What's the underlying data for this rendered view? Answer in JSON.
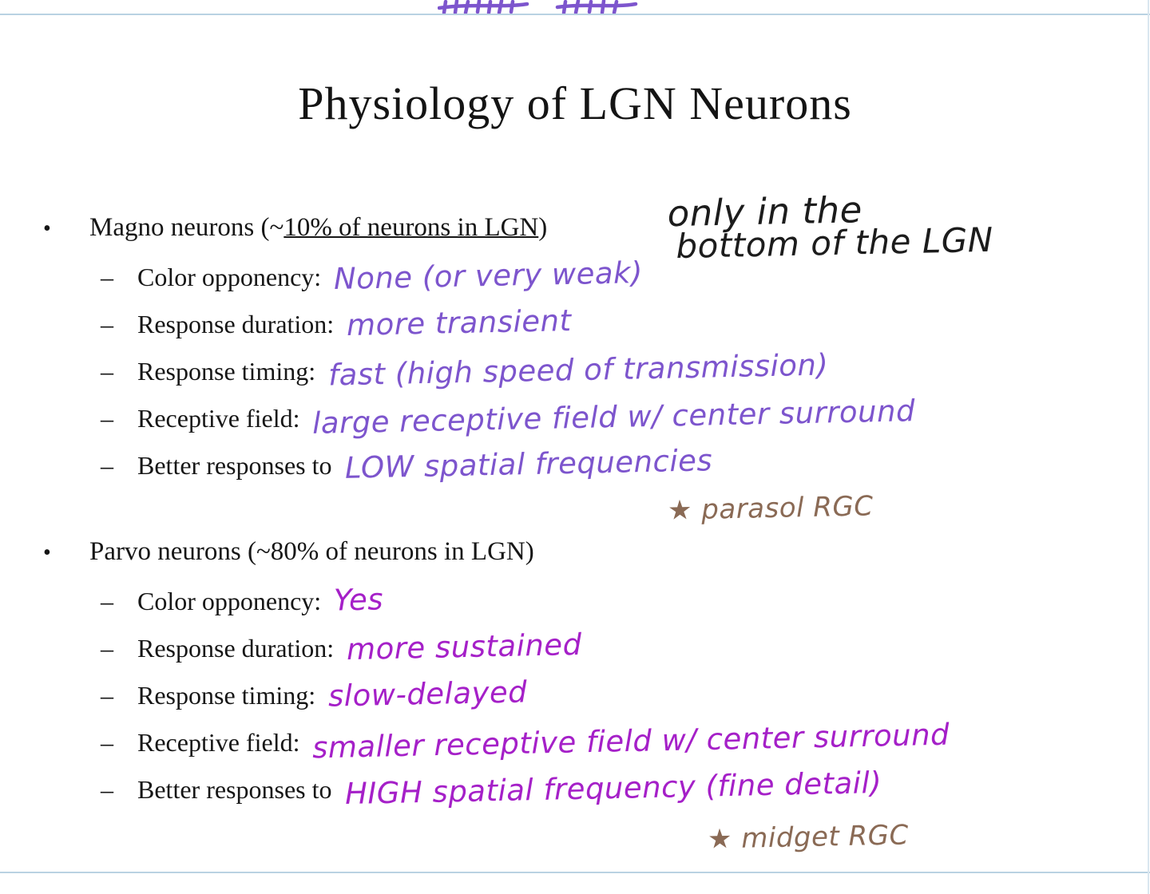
{
  "slide": {
    "title": "Physiology of LGN Neurons",
    "markers": {
      "bullet": "•",
      "dash": "–"
    },
    "magno": {
      "header_prefix": "Magno neurons (~",
      "header_underline": "10% of neurons in LGN",
      "header_suffix": ")",
      "side_note_line1": "only in the",
      "side_note_line2": "bottom of the LGN",
      "items": [
        {
          "label": "Color opponency:",
          "answer": "None (or very weak)"
        },
        {
          "label": "Response duration:",
          "answer": "more transient"
        },
        {
          "label": "Response timing:",
          "answer": "fast (high speed of transmission)"
        },
        {
          "label": "Receptive field:",
          "answer": "large receptive field w/ center surround"
        },
        {
          "label": "Better responses to",
          "answer": "LOW spatial frequencies"
        }
      ],
      "footnote": "★ parasol RGC"
    },
    "parvo": {
      "header": "Parvo neurons (~80% of neurons in LGN)",
      "items": [
        {
          "label": "Color opponency:",
          "answer": "Yes"
        },
        {
          "label": "Response duration:",
          "answer": "more sustained"
        },
        {
          "label": "Response timing:",
          "answer": "slow-delayed"
        },
        {
          "label": "Receptive field:",
          "answer": "smaller receptive field w/ center surround"
        },
        {
          "label": "Better responses to",
          "answer": "HIGH spatial frequency (fine detail)"
        }
      ],
      "footnote": "★ midget RGC"
    },
    "ink": {
      "magno": "#7d55cd",
      "parvo": "#a520c8",
      "black": "#1c1c1c",
      "brown": "#8a6a55",
      "rule": "#b9d2e2"
    }
  }
}
